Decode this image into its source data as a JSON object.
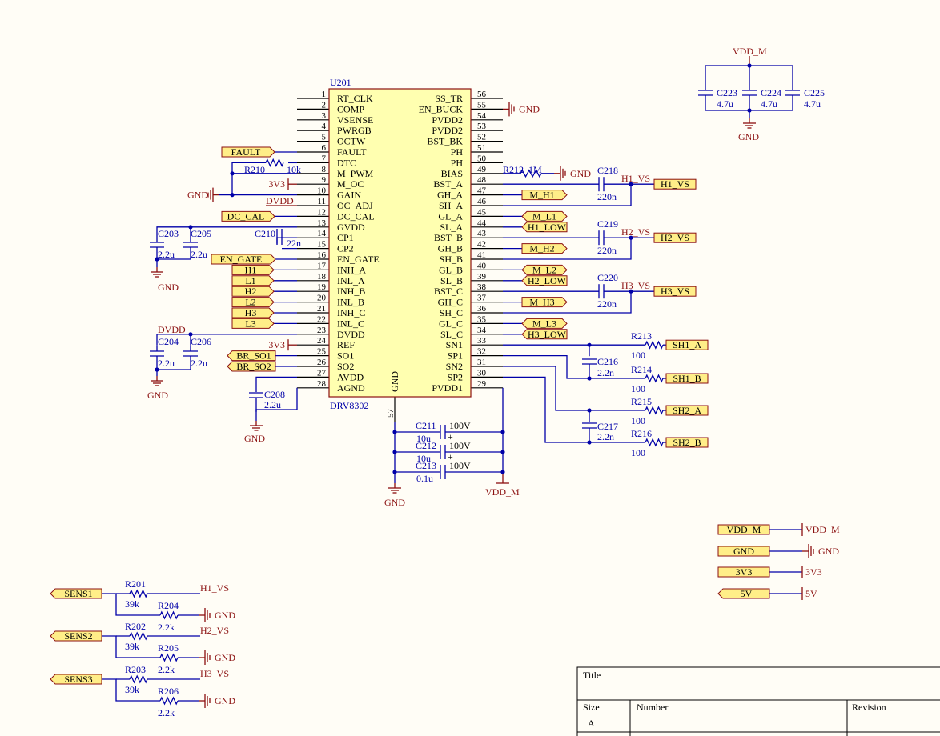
{
  "colors": {
    "wire": "#0000a8",
    "power": "#8b1010",
    "chip": "#ffffb0",
    "port": "#ffee88",
    "background": "#fffdf6"
  },
  "u201": {
    "ref": "U201",
    "part": "DRV8302",
    "gnd_pin": "GND",
    "gnd_pin_num": "57",
    "left": [
      [
        "1",
        "RT_CLK"
      ],
      [
        "2",
        "COMP"
      ],
      [
        "3",
        "VSENSE"
      ],
      [
        "4",
        "PWRGB"
      ],
      [
        "5",
        "OCTW"
      ],
      [
        "6",
        "FAULT"
      ],
      [
        "7",
        "DTC"
      ],
      [
        "8",
        "M_PWM"
      ],
      [
        "9",
        "M_OC"
      ],
      [
        "10",
        "GAIN"
      ],
      [
        "11",
        "OC_ADJ"
      ],
      [
        "12",
        "DC_CAL"
      ],
      [
        "13",
        "GVDD"
      ],
      [
        "14",
        "CP1"
      ],
      [
        "15",
        "CP2"
      ],
      [
        "16",
        "EN_GATE"
      ],
      [
        "17",
        "INH_A"
      ],
      [
        "18",
        "INL_A"
      ],
      [
        "19",
        "INH_B"
      ],
      [
        "20",
        "INL_B"
      ],
      [
        "21",
        "INH_C"
      ],
      [
        "22",
        "INL_C"
      ],
      [
        "23",
        "DVDD"
      ],
      [
        "24",
        "REF"
      ],
      [
        "25",
        "SO1"
      ],
      [
        "26",
        "SO2"
      ],
      [
        "27",
        "AVDD"
      ],
      [
        "28",
        "AGND"
      ]
    ],
    "right": [
      [
        "56",
        "SS_TR"
      ],
      [
        "55",
        "EN_BUCK"
      ],
      [
        "54",
        "PVDD2"
      ],
      [
        "53",
        "PVDD2"
      ],
      [
        "52",
        "BST_BK"
      ],
      [
        "51",
        "PH"
      ],
      [
        "50",
        "PH"
      ],
      [
        "49",
        "BIAS"
      ],
      [
        "48",
        "BST_A"
      ],
      [
        "47",
        "GH_A"
      ],
      [
        "46",
        "SH_A"
      ],
      [
        "45",
        "GL_A"
      ],
      [
        "44",
        "SL_A"
      ],
      [
        "43",
        "BST_B"
      ],
      [
        "42",
        "GH_B"
      ],
      [
        "41",
        "SH_B"
      ],
      [
        "40",
        "GL_B"
      ],
      [
        "39",
        "SL_B"
      ],
      [
        "38",
        "BST_C"
      ],
      [
        "37",
        "GH_C"
      ],
      [
        "36",
        "SH_C"
      ],
      [
        "35",
        "GL_C"
      ],
      [
        "34",
        "SL_C"
      ],
      [
        "33",
        "SN1"
      ],
      [
        "32",
        "SP1"
      ],
      [
        "31",
        "SN2"
      ],
      [
        "30",
        "SP2"
      ],
      [
        "29",
        "PVDD1"
      ]
    ]
  },
  "ports": {
    "left": [
      "FAULT",
      "DC_CAL",
      "EN_GATE",
      "H1",
      "L1",
      "H2",
      "L2",
      "H3",
      "L3",
      "BR_SO1",
      "BR_SO2"
    ],
    "right": [
      "M_H1",
      "M_L1",
      "H1_LOW",
      "M_H2",
      "M_L2",
      "H2_LOW",
      "M_H3",
      "M_L3",
      "H3_LOW"
    ],
    "vs": [
      "H1_VS",
      "H2_VS",
      "H3_VS"
    ],
    "shunt": [
      "SH1_A",
      "SH1_B",
      "SH2_A",
      "SH2_B"
    ]
  },
  "nets": {
    "gnd": "GND",
    "v3": "3V3",
    "dvdd": "DVDD",
    "vdd_m": "VDD_M",
    "v5": "5V",
    "h1_vs": "H1_VS",
    "h2_vs": "H2_VS",
    "h3_vs": "H3_VS"
  },
  "parts": {
    "r210": [
      "R210",
      "10k"
    ],
    "r212": [
      "R212",
      "1M"
    ],
    "c218": [
      "C218",
      "220n"
    ],
    "c219": [
      "C219",
      "220n"
    ],
    "c220": [
      "C220",
      "220n"
    ],
    "c203": [
      "C203",
      "2.2u"
    ],
    "c205": [
      "C205",
      "2.2u"
    ],
    "c210": [
      "C210",
      "22n"
    ],
    "c204": [
      "C204",
      "2.2u"
    ],
    "c206": [
      "C206",
      "2.2u"
    ],
    "c208": [
      "C208",
      "2.2u"
    ],
    "c211": [
      "C211",
      "10u",
      "100V"
    ],
    "c212": [
      "C212",
      "10u",
      "100V"
    ],
    "c213": [
      "C213",
      "0.1u",
      "100V"
    ],
    "r213": [
      "R213",
      "100"
    ],
    "r214": [
      "R214",
      "100"
    ],
    "r215": [
      "R215",
      "100"
    ],
    "r216": [
      "R216",
      "100"
    ],
    "c216": [
      "C216",
      "2.2n"
    ],
    "c217": [
      "C217",
      "2.2n"
    ],
    "c223": [
      "C223",
      "4.7u"
    ],
    "c224": [
      "C224",
      "4.7u"
    ],
    "c225": [
      "C225",
      "4.7u"
    ],
    "r201": [
      "R201",
      "39k"
    ],
    "r202": [
      "R202",
      "39k"
    ],
    "r203": [
      "R203",
      "39k"
    ],
    "r204": [
      "R204",
      "2.2k"
    ],
    "r205": [
      "R205",
      "2.2k"
    ],
    "r206": [
      "R206",
      "2.2k"
    ]
  },
  "sens": [
    "SENS1",
    "SENS2",
    "SENS3"
  ],
  "legend": [
    [
      "VDD_M",
      "VDD_M"
    ],
    [
      "GND",
      "GND"
    ],
    [
      "3V3",
      "3V3"
    ],
    [
      "5V",
      "5V"
    ]
  ],
  "title_block": {
    "title": "Title",
    "size": "Size",
    "size_value": "A",
    "number": "Number",
    "revision": "Revision"
  }
}
